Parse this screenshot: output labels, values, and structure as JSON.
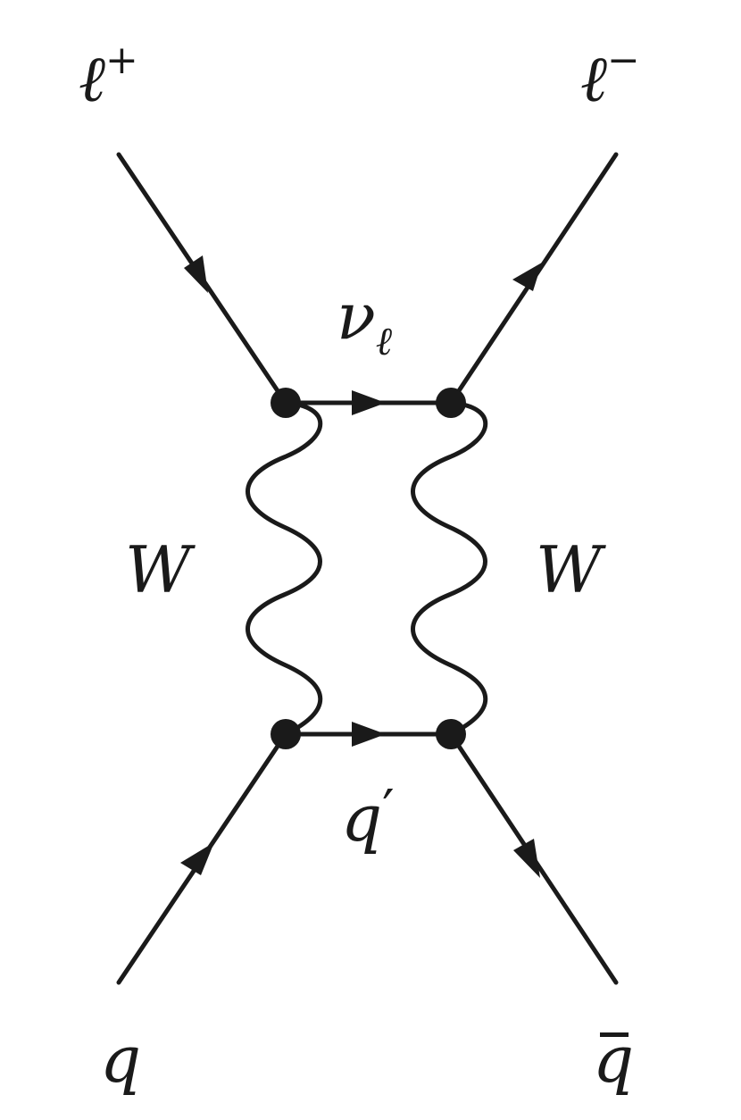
{
  "diagram": {
    "labels": {
      "top_left": {
        "base": "ℓ",
        "sup": "+"
      },
      "top_right": {
        "base": "ℓ",
        "sup": "−"
      },
      "neutrino": {
        "base": "ν",
        "sub": "ℓ"
      },
      "w_left": "W",
      "w_right": "W",
      "internal_quark": {
        "base": "q",
        "prime": "′"
      },
      "bottom_left": "q",
      "bottom_right": "q"
    },
    "colors": {
      "ink": "#1a1a1a",
      "background": "#ffffff"
    }
  }
}
